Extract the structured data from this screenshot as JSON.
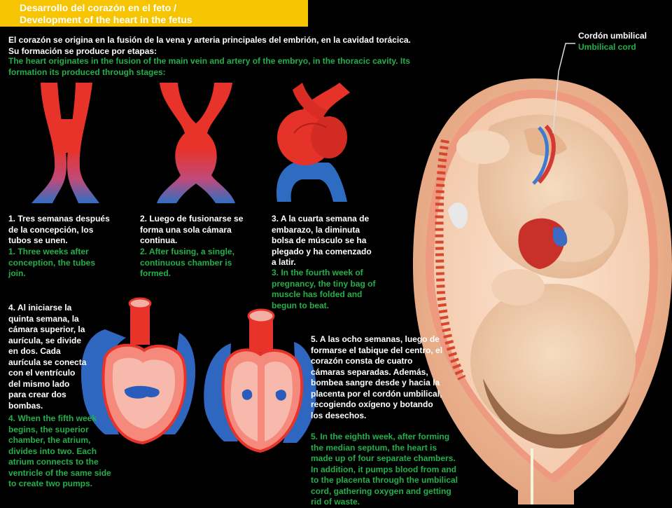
{
  "title": {
    "line1": "Desarrollo del corazón en el feto /",
    "line2": "Development of the heart in the fetus"
  },
  "intro": {
    "es": "El corazón se origina en la fusión de la vena y arteria principales del embrión, en la cavidad torácica. Su formación se produce por etapas:",
    "en": "The heart originates in the fusion of the main vein and artery of the embryo, in the thoracic cavity. Its formation its produced through stages:"
  },
  "umbilical_label": {
    "es": "Cordón umbilical",
    "en": "Umbilical cord"
  },
  "stages": [
    {
      "es": "1. Tres semanas después de la concepción, los tubos se unen.",
      "en": "1. Three weeks after conception, the tubes join."
    },
    {
      "es": "2. Luego de fusionarse se forma una sola cámara continua.",
      "en": "2. After fusing, a single, continuous chamber is formed."
    },
    {
      "es": "3. A la cuarta semana de embarazo, la diminuta bolsa de músculo se ha plegado y ha comenzado a latir.",
      "en": "3. In the fourth week of pregnancy, the tiny bag of muscle has folded and begun to beat."
    },
    {
      "es": "4. Al iniciarse la quinta semana, la cámara superior, la aurícula, se divide en dos. Cada aurícula se conecta con el ventrículo del mismo lado para crear dos bombas.",
      "en": "4. When the fifth week begins, the superior chamber, the atrium, divides into two. Each atrium connects to the ventricle of the same side to create two pumps."
    },
    {
      "es": "5. A las ocho semanas, luego de formarse el tabique del centro, el corazón consta de cuatro cámaras separadas. Además, bombea sangre desde y hacia la placenta por el cordón umbilical, recogiendo oxígeno y botando los desechos.",
      "en": "5. In the eighth week, after forming the median septum, the heart is made up of four separate chambers. In addition, it pumps blood from and to the placenta through the umbilical cord, gathering oxygen and getting rid of waste."
    }
  ]
}
